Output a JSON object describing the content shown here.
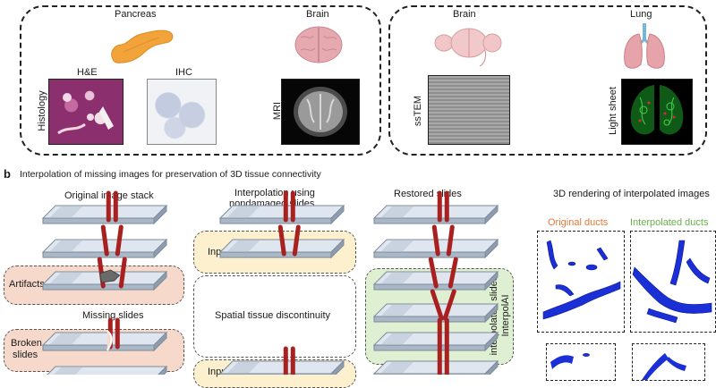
{
  "panel_a": {
    "left": {
      "pancreas": "Pancreas",
      "brain": "Brain",
      "he": "H&E",
      "ihc": "IHC",
      "histology": "Histology",
      "mri": "MRI"
    },
    "right": {
      "brain": "Brain",
      "lung": "Lung",
      "sstem": "ssTEM",
      "light_sheet": "Light sheet"
    }
  },
  "panel_b": {
    "letter": "b",
    "title": "Interpolation of missing images for preservation of 3D tissue connectivity",
    "col1_title": "Original image stack",
    "col2_title_line1": "Interpolation using",
    "col2_title_line2": "nondamaged slides",
    "col3_title": "Restored slides",
    "col4_title": "3D rendering of interpolated images",
    "artifacts": "Artifacts",
    "missing_slides": "Missing slides",
    "broken_line1": "Broken",
    "broken_line2": "slides",
    "input": "Input",
    "input_cut": "Input",
    "spatial": "Spatial tissue discontinuity",
    "interpolai_line1": "InterpolAI",
    "interpolai_line2": "interpolated slides",
    "original_ducts": "Original ducts",
    "interpolated_ducts": "Interpolated ducts",
    "colors": {
      "original_ducts": "#e07a3a",
      "interpolated_ducts": "#6ab04c",
      "artifact_bg": "#f7d9cb",
      "input_bg": "#fdf0cf",
      "interp_bg": "#dff0d2",
      "duct": "#a82020",
      "render_blue": "#1a2fd6"
    }
  }
}
